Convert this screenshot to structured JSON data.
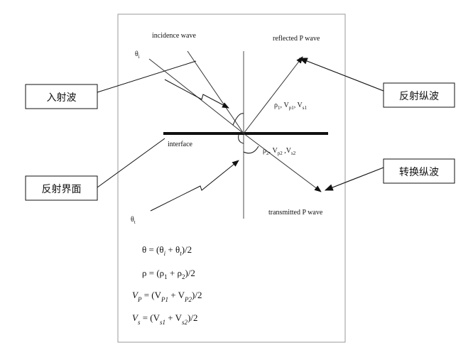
{
  "colors": {
    "background": "#ffffff",
    "line": "#111111",
    "normal": "#888888",
    "frame": "#9a9a9a"
  },
  "labels": {
    "incidence_wave": "incidence wave",
    "theta_i": "θ",
    "theta_i_sub": "i",
    "reflected_p_wave": "reflected P wave",
    "rho1_params": "ρ",
    "rho1_sub": "1",
    "vp1": ", V",
    "vp1_sub": "p1",
    "vs1": ", V",
    "vs1_sub": "s1",
    "interface": "interface",
    "rho2_params": "ρ",
    "rho2_sub": "2",
    "vp2": ", V",
    "vp2_sub": "p2",
    "vs2": " ,V",
    "vs2_sub": "s2",
    "theta_t": "θ",
    "theta_t_sub": "t",
    "transmitted_p_wave": "transmitted P wave"
  },
  "callouts": {
    "incident": "入射波",
    "interface_cn": "反射界面",
    "reflected_cn": "反射纵波",
    "converted_cn": "转换纵波"
  },
  "formulas": {
    "f1": "θ  =  (θ",
    "f1_i": "i",
    "f1_mid": " + θ",
    "f1_t": "t",
    "f1_end": ")/2",
    "f2": "ρ  =  (ρ",
    "f2_1": "1",
    "f2_mid": " + ρ",
    "f2_2": "2",
    "f2_end": ")/2",
    "f3_v": "V",
    "f3_p": "P",
    "f3_eq": " =  (V",
    "f3_p1": "P1",
    "f3_mid": " + V",
    "f3_p2": "P2",
    "f3_end": ")/2",
    "f4_v": "V",
    "f4_s": "s",
    "f4_eq": " =  (V",
    "f4_s1": "s1",
    "f4_mid": " + V",
    "f4_s2": "s2",
    "f4_end": ")/2"
  }
}
